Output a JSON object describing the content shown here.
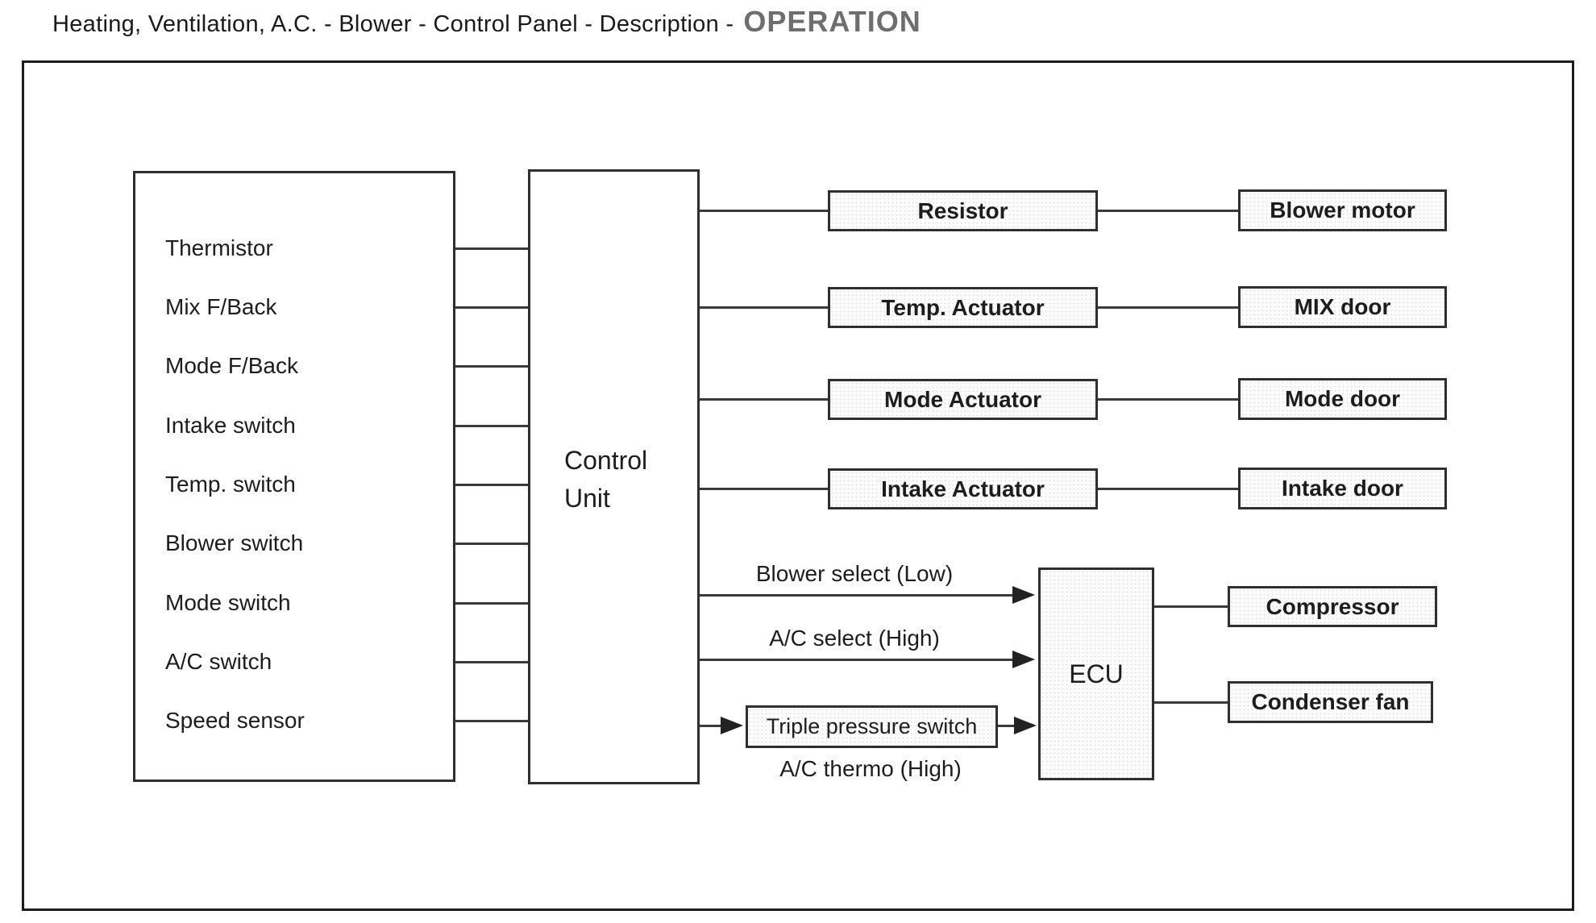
{
  "header": {
    "title": "Heating, Ventilation, A.C. - Blower - Control Panel - Description -",
    "emphasis": "OPERATION"
  },
  "diagram": {
    "inputs_box": {
      "items": [
        "Thermistor",
        "Mix F/Back",
        "Mode F/Back",
        "Intake switch",
        "Temp. switch",
        "Blower switch",
        "Mode switch",
        "A/C switch",
        "Speed sensor"
      ]
    },
    "control_unit": {
      "label": "Control\nUnit"
    },
    "rows": [
      {
        "mid": "Resistor",
        "right": "Blower motor"
      },
      {
        "mid": "Temp. Actuator",
        "right": "MIX door"
      },
      {
        "mid": "Mode Actuator",
        "right": "Mode door"
      },
      {
        "mid": "Intake Actuator",
        "right": "Intake door"
      }
    ],
    "ecu": {
      "label": "ECU",
      "signal_blower": "Blower select (Low)",
      "signal_ac": "A/C select (High)",
      "pressure_switch": "Triple pressure switch",
      "thermo_note": "A/C thermo (High)",
      "outputs": [
        "Compressor",
        "Condenser fan"
      ]
    }
  },
  "colors": {
    "line": "#3a3a3a",
    "emphasis_text": "#6e6e6e",
    "box_fill": "#fcfcfc"
  }
}
